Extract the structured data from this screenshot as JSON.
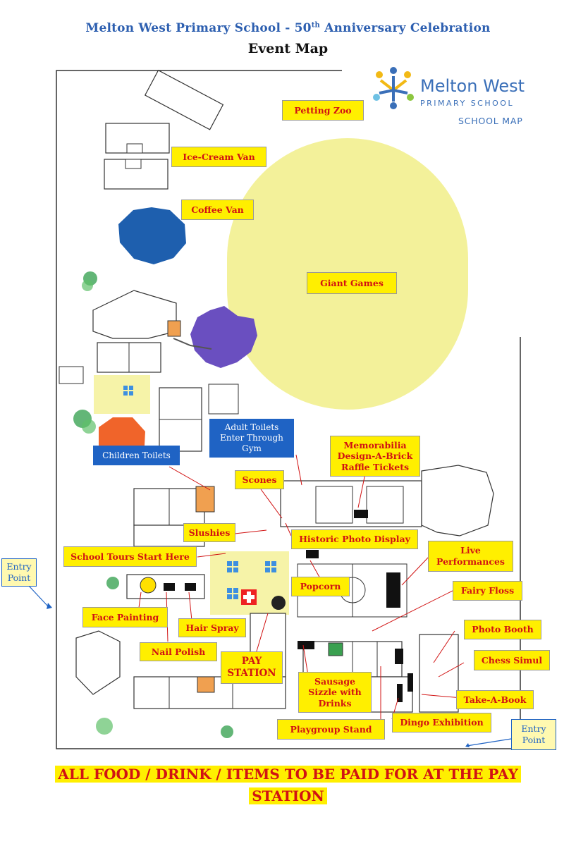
{
  "header": {
    "title_before": "Melton West Primary School - 50",
    "title_sup": "th",
    "title_after": " Anniversary Celebration",
    "subtitle": "Event Map"
  },
  "logo": {
    "name": "Melton West",
    "sub": "PRIMARY SCHOOL",
    "map": "SCHOOL MAP",
    "colors": [
      "#f2b915",
      "#3a6fb8",
      "#6ec1e4",
      "#8cc63f"
    ]
  },
  "labels": {
    "petting_zoo": "Petting Zoo",
    "ice_cream_van": "Ice-Cream Van",
    "coffee_van": "Coffee Van",
    "giant_games": "Giant Games",
    "adult_toilets": "Adult Toilets Enter Through Gym",
    "children_toilets": "Children Toilets",
    "memorabilia": "Memorabilia Design-A-Brick Raffle Tickets",
    "scones": "Scones",
    "slushies": "Slushies",
    "historic_photo_display": "Historic Photo Display",
    "school_tours": "School Tours Start Here",
    "live_performances": "Live Performances",
    "popcorn": "Popcorn",
    "fairy_floss": "Fairy Floss",
    "face_painting": "Face Painting",
    "hair_spray": "Hair Spray",
    "photo_booth": "Photo Booth",
    "nail_polish": "Nail Polish",
    "pay_station": "PAY STATION",
    "chess_simul": "Chess Simul",
    "sausage_sizzle": "Sausage Sizzle with Drinks",
    "take_a_book": "Take-A-Book",
    "dingo_exhibition": "Dingo Exhibition",
    "playgroup_stand": "Playgroup Stand",
    "entry_left": "Entry Point",
    "entry_right": "Entry Point"
  },
  "footer": {
    "line1": "ALL FOOD / DRINK / ITEMS TO BE PAID FOR AT THE PAY",
    "line2": "STATION"
  },
  "colors": {
    "label_bg": "#ffef00",
    "label_text": "#d11313",
    "oval": "#f3f19a",
    "tent_blue": "#1e5fae",
    "tent_purple": "#6a4fc0",
    "tent_orange": "#f0642a",
    "blue_label": "#1f63c4"
  }
}
